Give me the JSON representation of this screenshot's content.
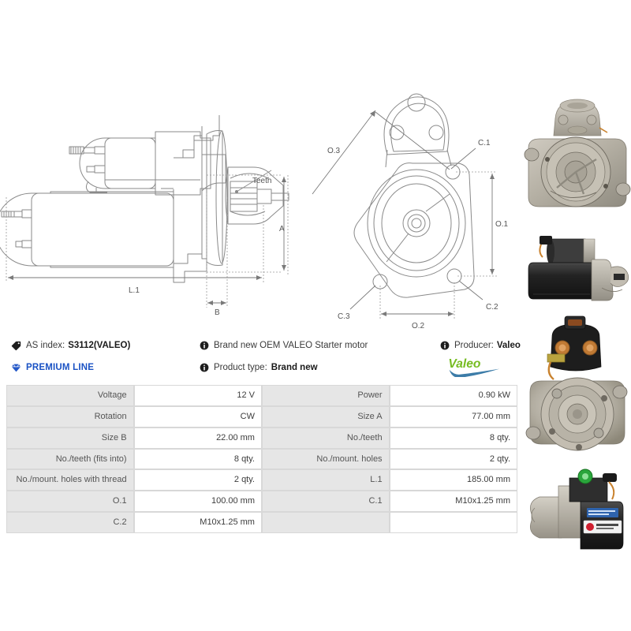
{
  "drawing_side": {
    "labels": {
      "teeth": "Teeth",
      "size_a": "A",
      "length_l1": "L.1",
      "size_b": "B"
    }
  },
  "drawing_front": {
    "labels": {
      "o3": "O.3",
      "o1": "O.1",
      "o2": "O.2",
      "c1": "C.1",
      "c2": "C.2",
      "c3": "C.3"
    }
  },
  "info": {
    "as_index_label": "AS index:",
    "as_index_value": "S3112(VALEO)",
    "premium_line": "PREMIUM LINE",
    "description": "Brand new OEM VALEO Starter motor",
    "product_type_label": "Product type:",
    "product_type_value": "Brand new",
    "producer_label": "Producer:",
    "producer_value": "Valeo",
    "brand_logo_text": "Valeo",
    "colors": {
      "premium_blue": "#1a52c4",
      "valeo_green": "#76bc21",
      "valeo_swoosh": "#3c7ca8"
    }
  },
  "spec_table": {
    "rows": [
      {
        "l_label": "Voltage",
        "l_value": "12 V",
        "r_label": "Power",
        "r_value": "0.90 kW"
      },
      {
        "l_label": "Rotation",
        "l_value": "CW",
        "r_label": "Size A",
        "r_value": "77.00 mm"
      },
      {
        "l_label": "Size B",
        "l_value": "22.00 mm",
        "r_label": "No./teeth",
        "r_value": "8 qty."
      },
      {
        "l_label": "No./teeth (fits into)",
        "l_value": "8 qty.",
        "r_label": "No./mount. holes",
        "r_value": "2 qty."
      },
      {
        "l_label": "No./mount. holes with thread",
        "l_value": "2 qty.",
        "r_label": "L.1",
        "r_value": "185.00 mm"
      },
      {
        "l_label": "O.1",
        "l_value": "100.00 mm",
        "r_label": "C.1",
        "r_value": "M10x1.25 mm"
      },
      {
        "l_label": "C.2",
        "l_value": "M10x1.25 mm",
        "r_label": "",
        "r_value": ""
      }
    ]
  },
  "photos": [
    {
      "name": "starter-front-drive-end",
      "alt": "Starter motor drive end front view"
    },
    {
      "name": "starter-side-black-body",
      "alt": "Starter motor side view with black body"
    },
    {
      "name": "starter-solenoid-terminals",
      "alt": "Solenoid terminals close-up view"
    },
    {
      "name": "starter-side-with-label",
      "alt": "Starter motor side view with product label"
    }
  ]
}
